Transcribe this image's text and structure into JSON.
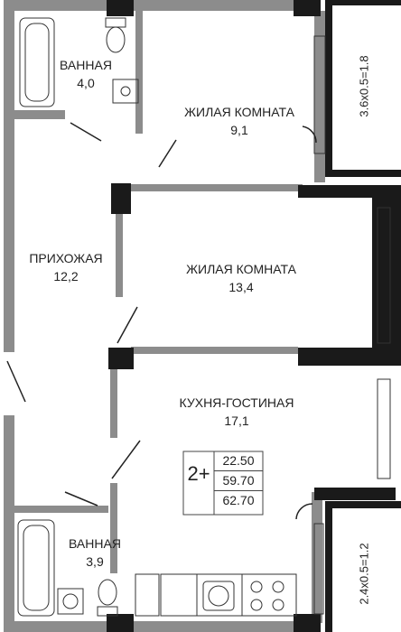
{
  "rooms": {
    "bathroom_top": {
      "name": "ВАННАЯ",
      "area": "4,0"
    },
    "living_room_1": {
      "name": "ЖИЛАЯ КОМНАТА",
      "area": "9,1"
    },
    "hallway": {
      "name": "ПРИХОЖАЯ",
      "area": "12,2"
    },
    "living_room_2": {
      "name": "ЖИЛАЯ КОМНАТА",
      "area": "13,4"
    },
    "kitchen_living": {
      "name": "КУХНЯ-ГОСТИНАЯ",
      "area": "17,1"
    },
    "bathroom_bottom": {
      "name": "ВАННАЯ",
      "area": "3,9"
    }
  },
  "balconies": {
    "top": "3.6x0.5=1.8",
    "bottom": "2.4x0.5=1.2"
  },
  "summary": {
    "rooms_count": "2+",
    "living_area": "22.50",
    "total_area": "59.70",
    "total_with_balconies": "62.70"
  },
  "colors": {
    "wall_dark": "#1a1a1a",
    "wall_gray": "#8c8c8c",
    "line": "#333333"
  }
}
